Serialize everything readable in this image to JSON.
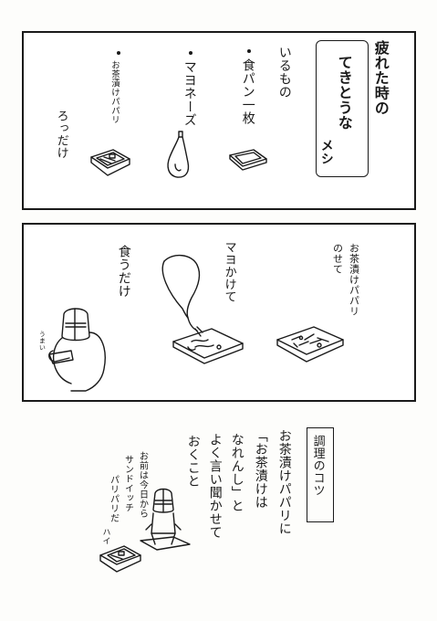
{
  "panel1": {
    "title_line1": "疲れた時の",
    "title_line2": "てきとうな",
    "title_line3": "メシ",
    "needs_label": "いるもの",
    "items": [
      {
        "label": "食パン一枚",
        "icon": "bread-slice-icon"
      },
      {
        "label": "マヨネーズ",
        "icon": "mayonnaise-bottle-icon"
      },
      {
        "label": "お茶漬けパパリ",
        "icon": "ochazuke-tray-icon"
      }
    ],
    "only_text": "ろっだけ"
  },
  "panel2": {
    "step1": [
      "お茶漬けパパリ",
      "のせて"
    ],
    "step2": "マヨかけて",
    "step3": "食うだけ",
    "sound": "うまい"
  },
  "panel3": {
    "tip_title": "調理のコツ",
    "tip_text": [
      "お茶漬けパパリに",
      "「お茶漬けは",
      "なれんし」と",
      "よく言い聞かせて",
      "おくこと"
    ],
    "speech": [
      "お前は今日から",
      "サンドイッチ",
      "パリパリだ"
    ],
    "reply": "ハイ"
  }
}
